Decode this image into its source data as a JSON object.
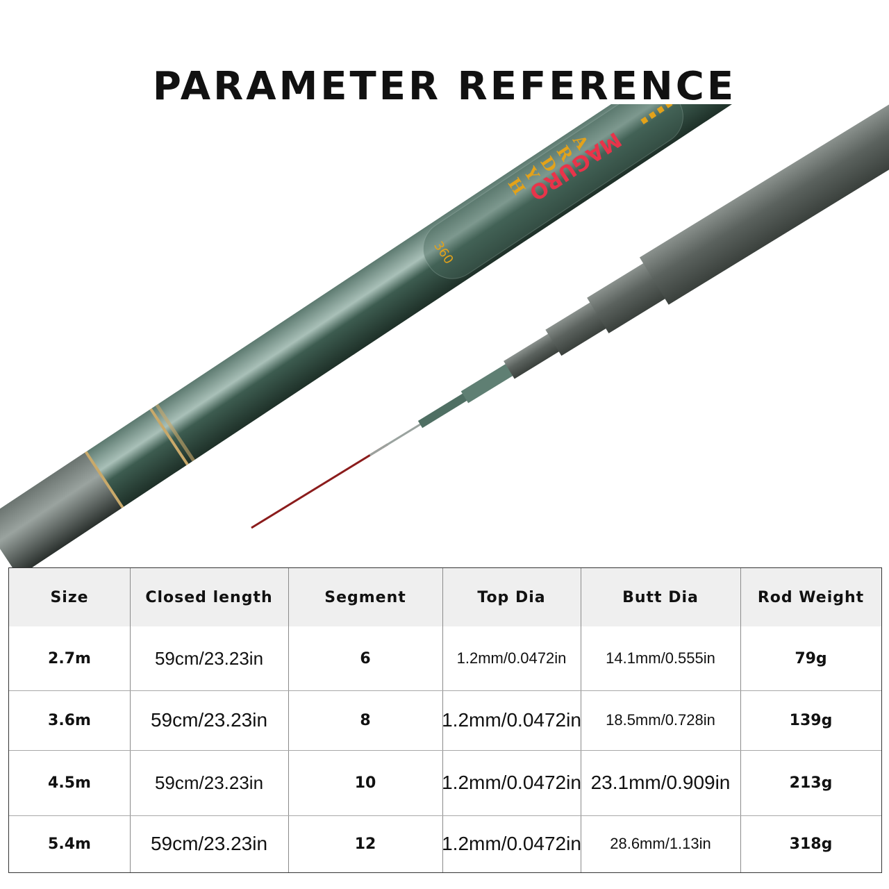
{
  "title": "PARAMETER REFERENCE",
  "rod": {
    "brand": "MAGURO",
    "model_letters": [
      "H",
      "Y",
      "D",
      "R",
      "A"
    ],
    "length_mark": "360",
    "colors": {
      "blank": "#36554a",
      "tip": "#8b1c1c",
      "brand_text": "#e8344a",
      "model_text": "#e3a21a"
    }
  },
  "table": {
    "headers": [
      "Size",
      "Closed length",
      "Segment",
      "Top Dia",
      "Butt Dia",
      "Rod Weight"
    ],
    "rows": [
      {
        "size": "2.7m",
        "closed_length": "59cm/23.23in",
        "segment": "6",
        "top_dia": "1.2mm/0.0472in",
        "butt_dia": "14.1mm/0.555in",
        "weight": "79g"
      },
      {
        "size": "3.6m",
        "closed_length": "59cm/23.23in",
        "segment": "8",
        "top_dia": "1.2mm/0.0472in",
        "butt_dia": "18.5mm/0.728in",
        "weight": "139g"
      },
      {
        "size": "4.5m",
        "closed_length": "59cm/23.23in",
        "segment": "10",
        "top_dia": "1.2mm/0.0472in",
        "butt_dia": "23.1mm/0.909in",
        "weight": "213g"
      },
      {
        "size": "5.4m",
        "closed_length": "59cm/23.23in",
        "segment": "12",
        "top_dia": "1.2mm/0.0472in",
        "butt_dia": "28.6mm/1.13in",
        "weight": "318g"
      }
    ]
  }
}
